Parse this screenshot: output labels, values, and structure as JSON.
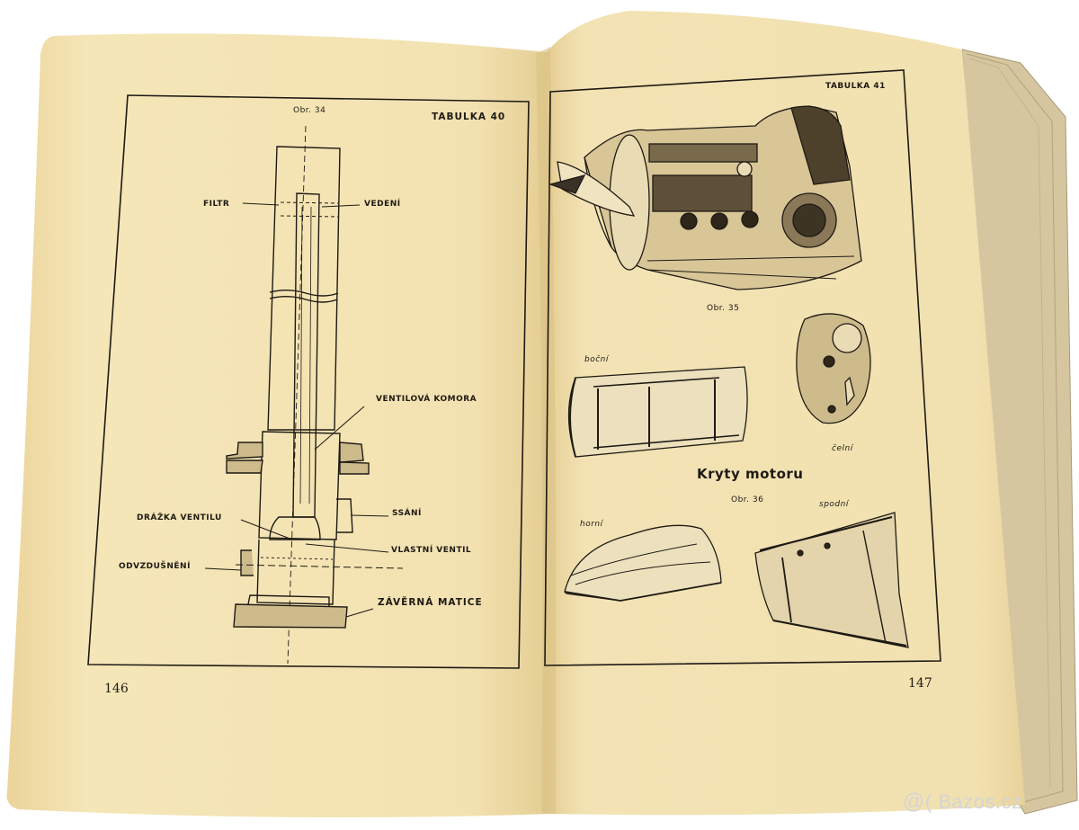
{
  "left_page": {
    "figure_label": "Obr. 34",
    "table_label": "TABULKA 40",
    "labels": {
      "filtr": "FILTR",
      "vedeni": "VEDENÍ",
      "ventilova_komora": "VENTILOVÁ KOMORA",
      "ssani": "SSÁNÍ",
      "drazka_ventilu": "DRÁŽKA VENTILU",
      "vlastni_ventil": "VLASTNÍ VENTIL",
      "odvzdusneni": "ODVZDUŠNĚNÍ",
      "zaverna_matice": "ZÁVĚRNÁ MATICE"
    },
    "page_number": "146"
  },
  "right_page": {
    "table_label": "TABULKA 41",
    "fig35_label": "Obr. 35",
    "label_bocni": "boční",
    "label_celni": "čelní",
    "heading": "Kryty motoru",
    "fig36_label": "Obr. 36",
    "label_spodni": "spodní",
    "label_horni": "horní",
    "page_number": "147"
  },
  "watermark": "Bazos.cz",
  "colors": {
    "paper": "#f3e3b4",
    "paper_edge": "#e6cf93",
    "ink": "#1e1a14"
  }
}
